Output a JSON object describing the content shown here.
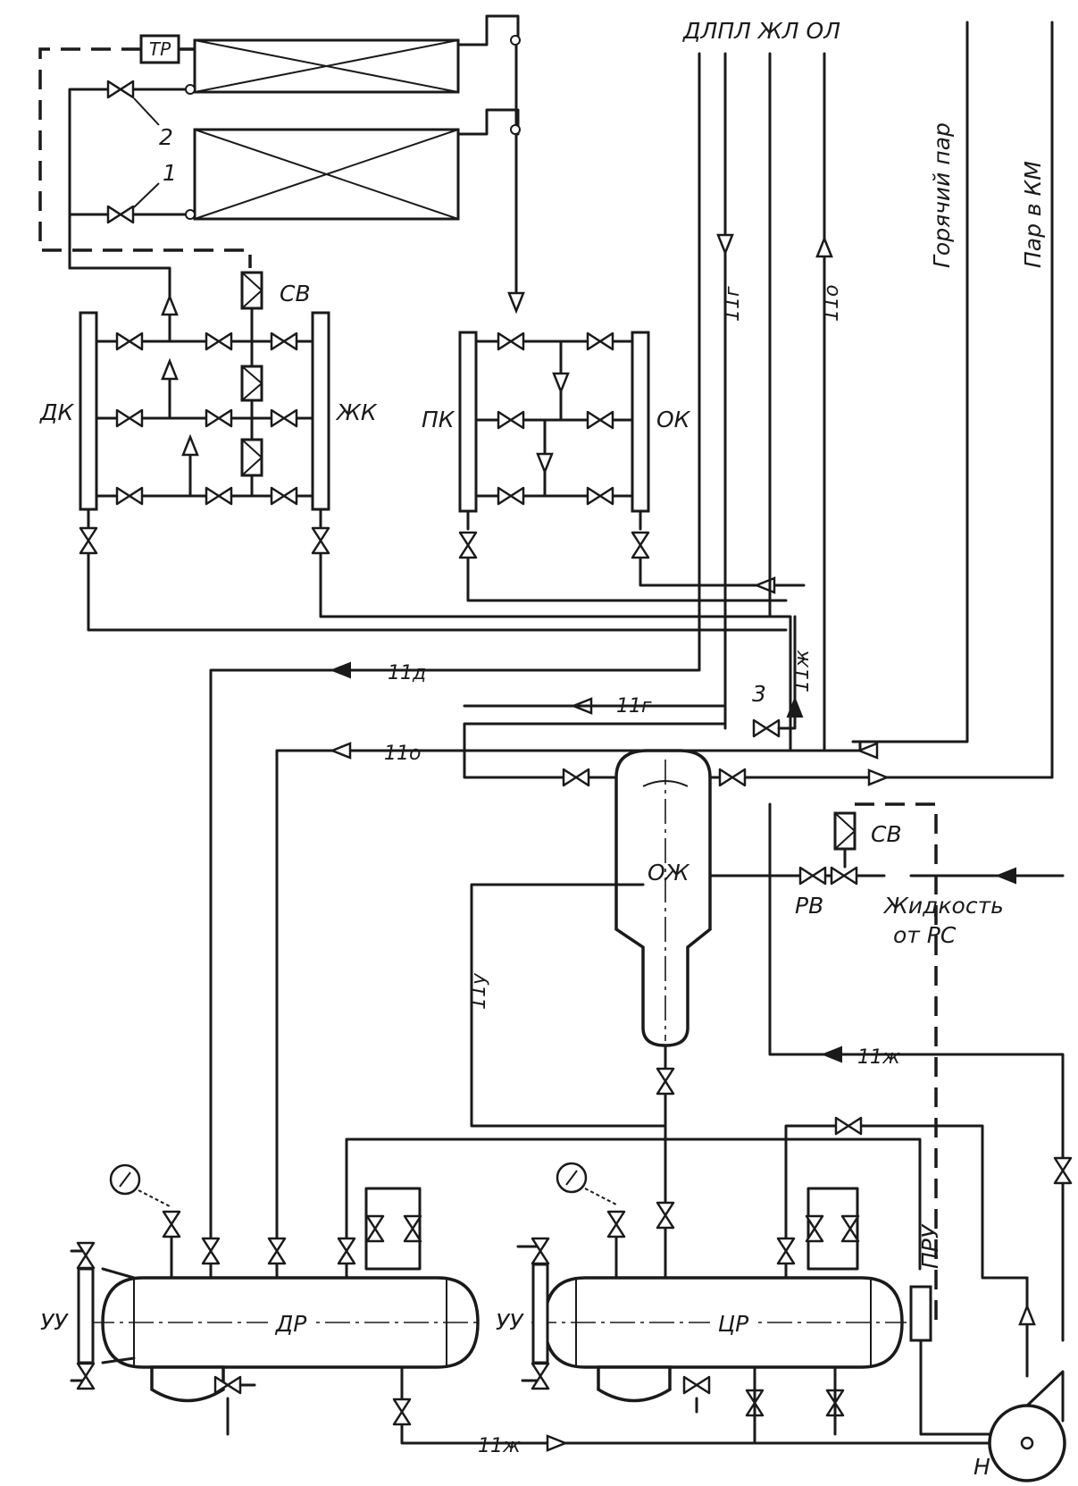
{
  "labels": {
    "tr": "ТР",
    "num2": "2",
    "num1": "1",
    "num3": "3",
    "sv_top": "СВ",
    "sv_mid": "СВ",
    "dk": "ДК",
    "zhk": "ЖК",
    "pk": "ПК",
    "ok": "ОК",
    "header_lines": "ДЛПЛ ЖЛ ОЛ",
    "hot_steam": "Горячий пар",
    "steam_to_km": "Пар в  КМ",
    "line_11g_top": "11г",
    "line_11o_top": "11о",
    "line_11d": "11д",
    "line_11g_mid": "11г",
    "line_11o_mid": "11о",
    "line_11zh_vert": "11ж",
    "line_11u": "11у",
    "line_11zh_right": "11ж",
    "line_11zh_bottom": "11ж",
    "ozh": "ОЖ",
    "rv": "РВ",
    "liquid_line1": "Жидкость",
    "liquid_line2": "от  РС",
    "dr": "ДР",
    "tsr": "ЦР",
    "uu_left": "УУ",
    "uu_right": "УУ",
    "pru": "ПРУ",
    "pump": "Н"
  }
}
